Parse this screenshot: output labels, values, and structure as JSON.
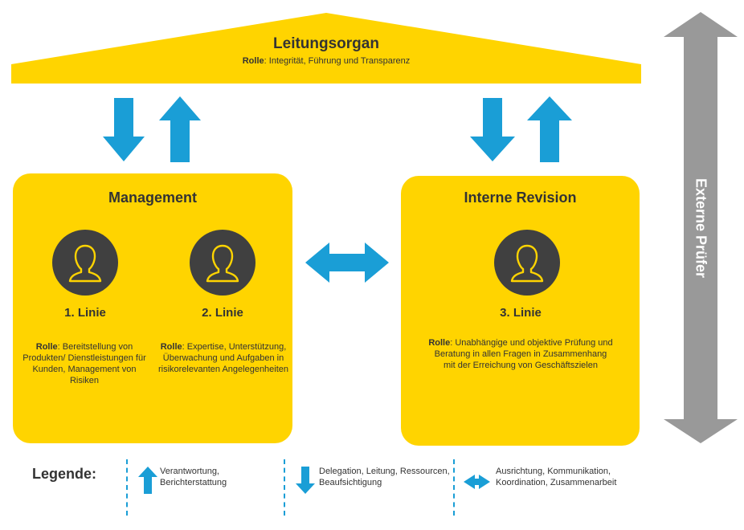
{
  "governing_body": {
    "title": "Leitungsorgan",
    "role_label": "Rolle",
    "role_text": "Integrität, Führung und Transparenz"
  },
  "management": {
    "title": "Management",
    "first_line": {
      "title": "1. Linie",
      "role_label": "Rolle",
      "role_text": "Bereitstellung von Produkten/ Dienstleistungen für Kunden, Management von Risiken"
    },
    "second_line": {
      "title": "2. Linie",
      "role_label": "Rolle",
      "role_text": "Expertise, Unterstützung, Überwachung und Aufgaben in risikorelevanten Angelegenheiten"
    }
  },
  "internal_audit": {
    "title": "Interne Revision",
    "third_line": {
      "title": "3. Linie",
      "role_label": "Rolle",
      "role_text": "Unabhängige und objektive Prüfung und Beratung in allen Fragen in Zusammenhang mit der Erreichung von Geschäftszielen"
    }
  },
  "external_auditors": {
    "label": "Externe Prüfer"
  },
  "legend": {
    "title": "Legende:",
    "items": [
      {
        "icon": "arrow-up-icon",
        "text": "Verantwortung, Berichterstattung"
      },
      {
        "icon": "arrow-down-icon",
        "text": "Delegation, Leitung, Ressourcen, Beaufsichtigung"
      },
      {
        "icon": "arrow-both-icon",
        "text": "Ausrichtung, Kommunikation, Koordination, Zusammenarbeit"
      }
    ]
  },
  "colors": {
    "yellow": "#FFD400",
    "blue": "#1A9ED6",
    "gray": "#999999",
    "dark": "#404040"
  }
}
